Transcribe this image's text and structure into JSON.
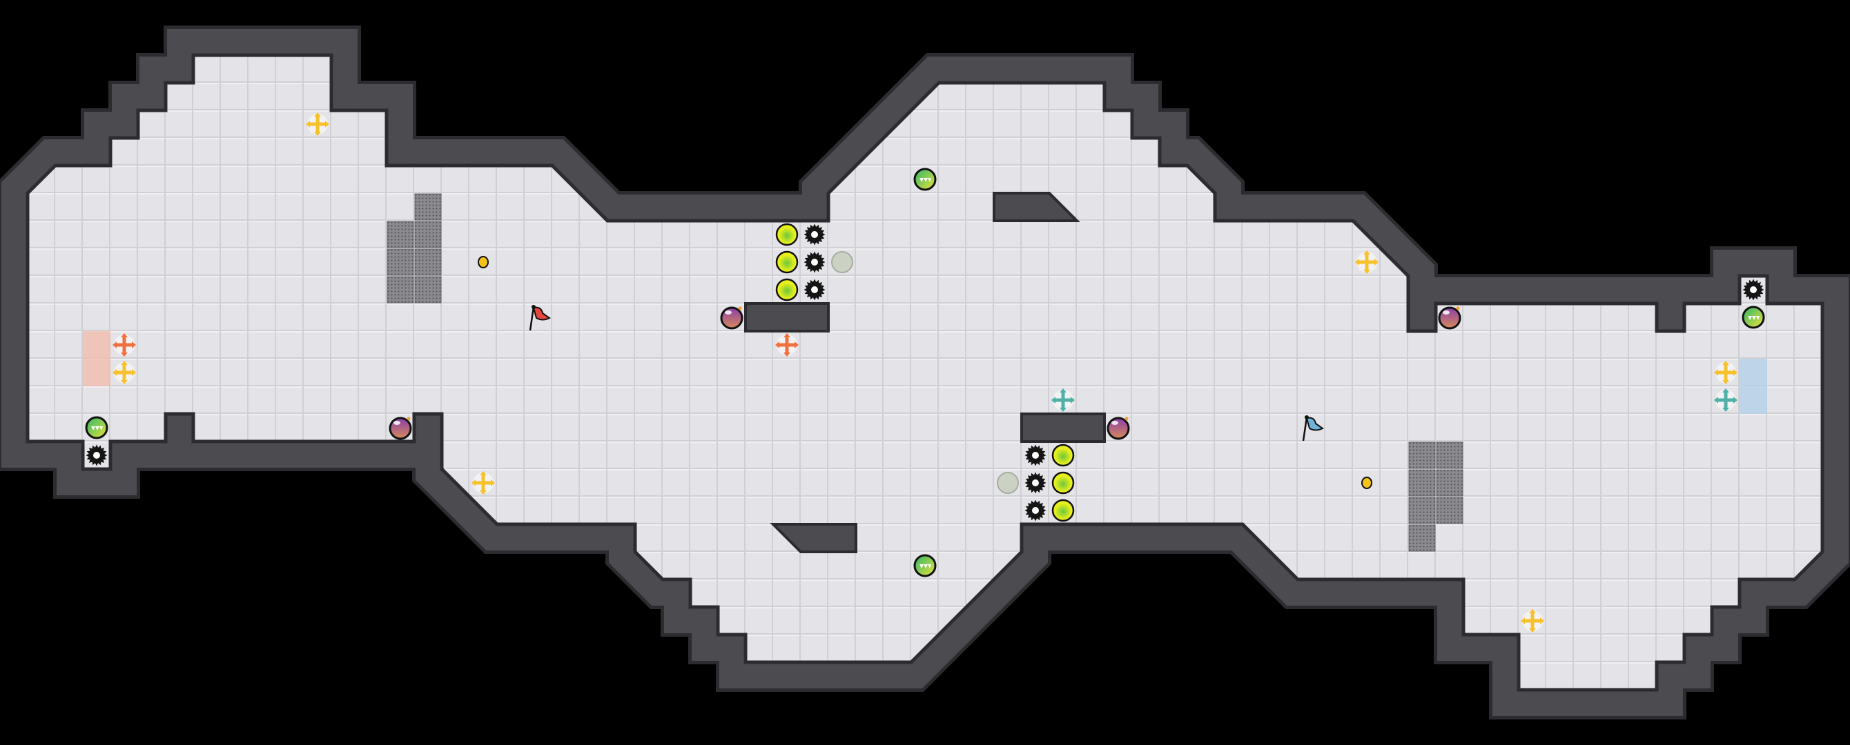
{
  "map": {
    "background_color": "#000000",
    "floor_color": "#e4e4e8",
    "floor_grid_color": "#cfcfd4",
    "wall_color": "#4b4b50",
    "wall_edge_color": "#2c2c30"
  },
  "teams": {
    "red": {
      "flag_color": "#e8453c",
      "boost_color": "#f07040",
      "zone_color": "#f2bba8"
    },
    "blue": {
      "flag_color": "#6fb3d8",
      "boost_color": "#4fb0a8",
      "zone_color": "#b3d0e8"
    }
  },
  "entities": {
    "flag": {
      "icon": "flag-icon",
      "count": 2
    },
    "team_boost": {
      "icon": "boost-arrows-icon",
      "count": 4
    },
    "neutral_boost": {
      "icon": "boost-arrows-icon",
      "color": "#f7c12c",
      "count": 6
    },
    "team_zone": {
      "icon": "endzone-tile",
      "count": 4
    },
    "rolling_bomb": {
      "icon": "rolling-bomb-icon",
      "color": "#5cc45a",
      "count": 4
    },
    "bomb": {
      "icon": "bomb-icon",
      "color": "#9a4aa0",
      "count": 4
    },
    "spike": {
      "icon": "spike-icon",
      "color": "#111111",
      "count": 8
    },
    "button": {
      "icon": "button-icon",
      "color": "#e6ee1a",
      "count": 6
    },
    "gate_marker": {
      "icon": "gate-marker-icon",
      "color": "#c9d1c0",
      "count": 2
    },
    "powerup_dot": {
      "icon": "powerup-dot-icon",
      "color": "#f5c21a",
      "count": 2
    },
    "mesh_tile": {
      "icon": "mesh-tile",
      "color": "#85858a",
      "count": 14
    }
  }
}
